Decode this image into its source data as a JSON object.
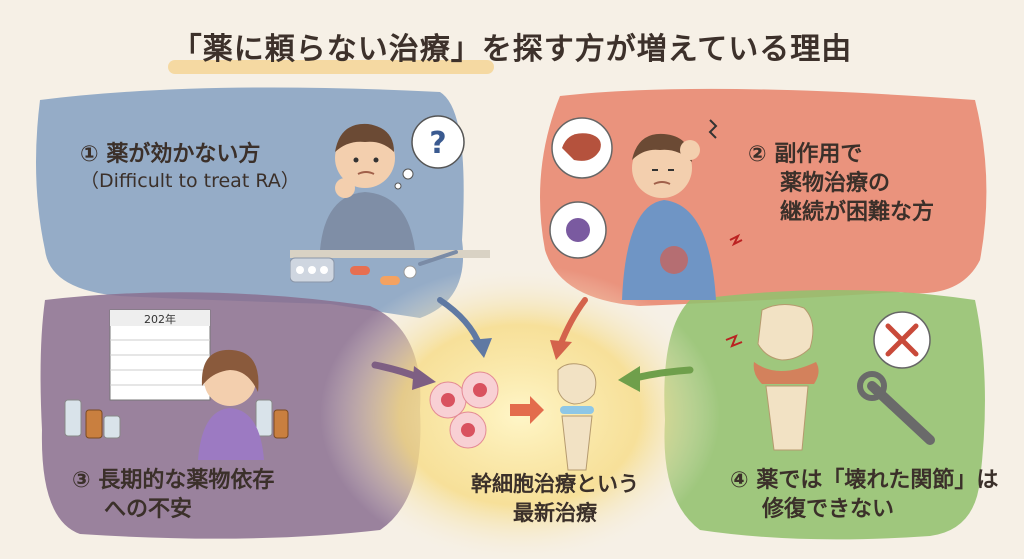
{
  "title": "「薬に頼らない治療」を探す方が増えている理由",
  "panels": {
    "p1": {
      "number": "①",
      "line1": "薬が効かない方",
      "line2": "（Difficult to treat RA）"
    },
    "p2": {
      "number": "②",
      "line1": "副作用で",
      "line2": "薬物治療の",
      "line3": "継続が困難な方"
    },
    "p3": {
      "number": "③",
      "line1": "長期的な薬物依存",
      "line2": "への不安",
      "calendar_year": "202年"
    },
    "p4": {
      "number": "④",
      "line1": "薬では「壊れた関節」は",
      "line2": "修復できない"
    }
  },
  "center": {
    "line1": "幹細胞治療という",
    "line2": "最新治療"
  },
  "colors": {
    "blue": "#7f9cc0",
    "red": "#e7826a",
    "purple": "#8a6f8f",
    "green": "#93c06e",
    "center_glow": "#f7dc86"
  }
}
